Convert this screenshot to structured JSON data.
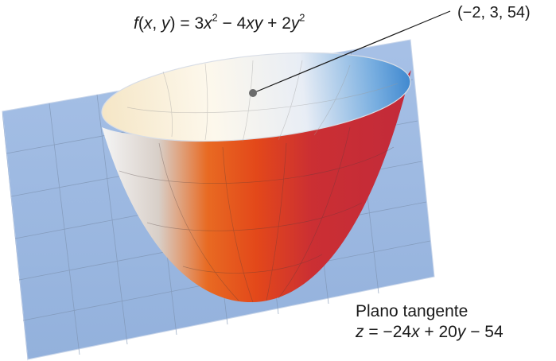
{
  "function_label": {
    "f": "f",
    "open": "(",
    "x": "x",
    "comma": ", ",
    "y": "y",
    "close": ")",
    "eq": " = 3",
    "x2": "x",
    "sq1": "2",
    "minus": " − 4",
    "xy": "xy",
    "plus": " + 2",
    "y2": "y",
    "sq2": "2"
  },
  "point_label": "(−2, 3, 54)",
  "plane_name": "Plano tangente",
  "plane_equation": {
    "z": "z",
    "part1": " = −24",
    "x": "x",
    "part2": " + 20",
    "y": "y",
    "part3": " − 54"
  },
  "colors": {
    "plane": "#9db9e2",
    "plane_side": "#88a6d4",
    "surface_left": "#f2f2f2",
    "surface_mid": "#e4561b",
    "surface_right": "#c52a35",
    "rim_light": "#fbf3e2",
    "rim_blue": "#4b8fd1",
    "point": "#6b6b6b"
  }
}
